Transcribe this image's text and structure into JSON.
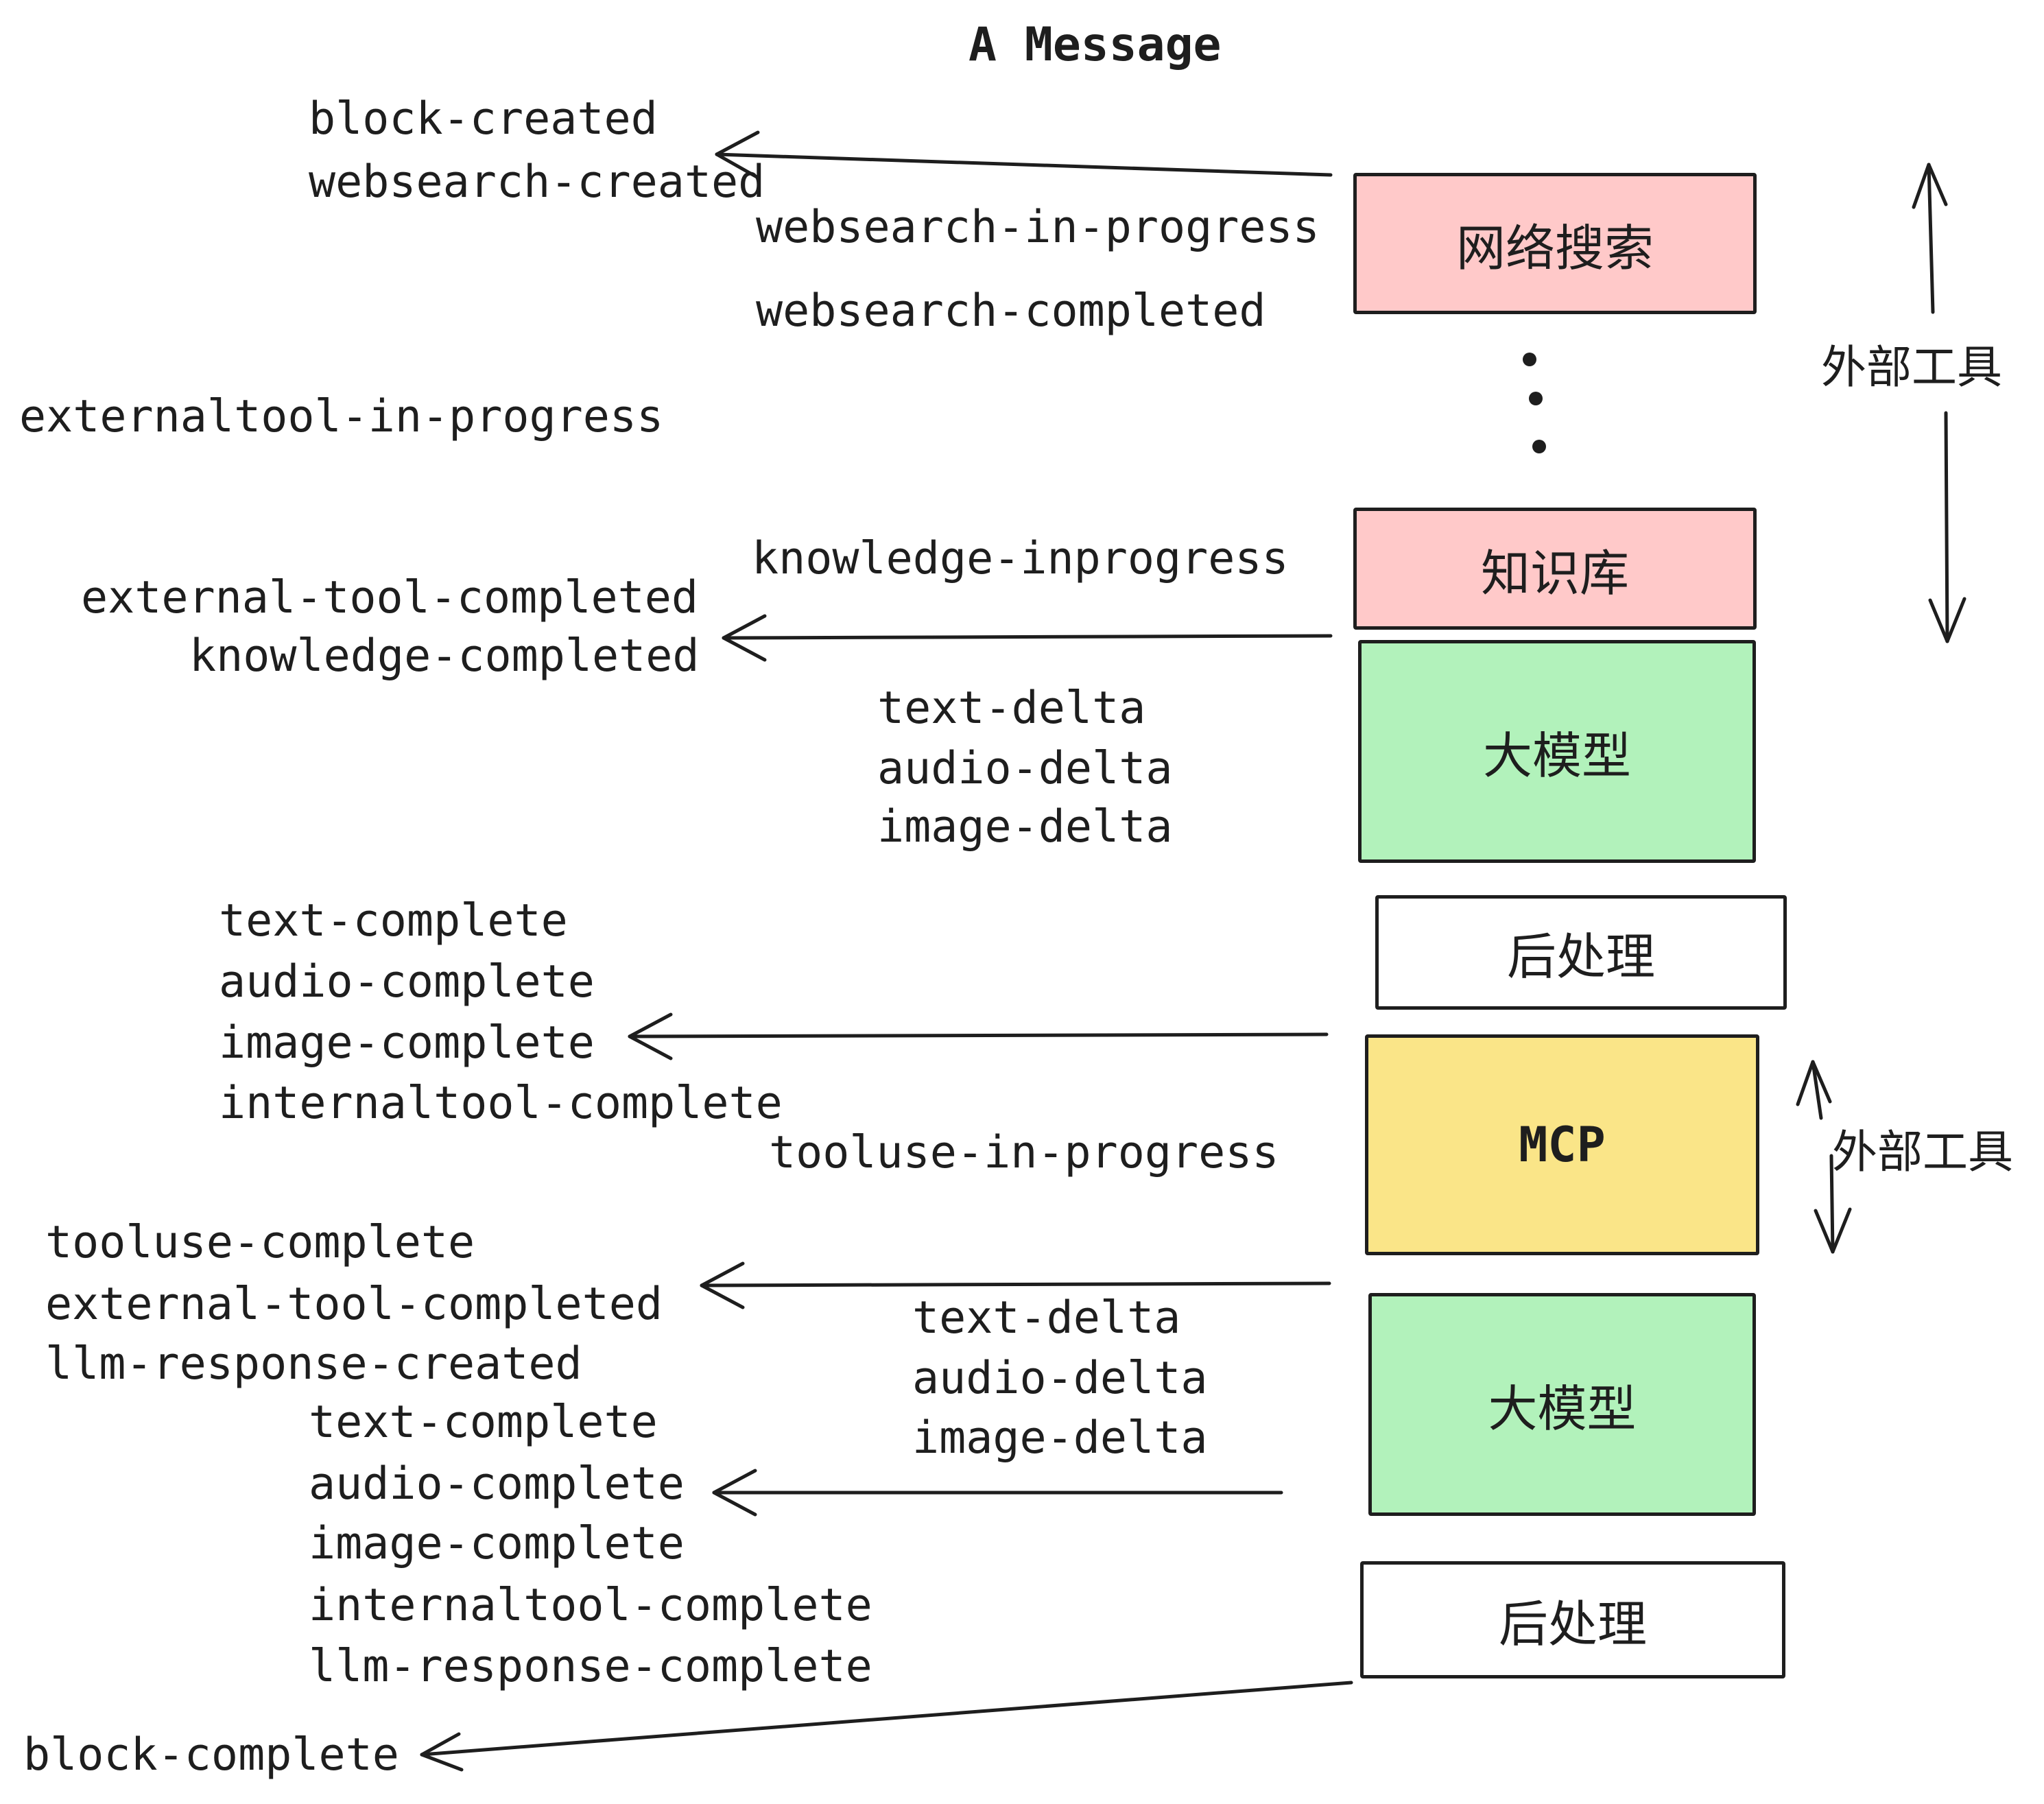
{
  "title": "A Message",
  "colors": {
    "stroke": "#1e1e1e",
    "pink": "#ffc9c9",
    "green": "#b2f2bb",
    "yellow": "#fae588",
    "white": "#ffffff"
  },
  "boxes": [
    {
      "label": "网络搜索",
      "color": "pink"
    },
    {
      "label": "知识库",
      "color": "pink"
    },
    {
      "label": "大模型",
      "color": "green"
    },
    {
      "label": "后处理",
      "color": "white"
    },
    {
      "label": "MCP",
      "color": "yellow"
    },
    {
      "label": "大模型",
      "color": "green"
    },
    {
      "label": "后处理",
      "color": "white"
    }
  ],
  "events": {
    "left": [
      "block-created",
      "websearch-created",
      "externaltool-in-progress",
      "external-tool-completed",
      "knowledge-completed",
      "text-complete",
      "audio-complete",
      "image-complete",
      "internaltool-complete",
      "tooluse-complete",
      "external-tool-completed",
      "llm-response-created",
      "text-complete",
      "audio-complete",
      "image-complete",
      "internaltool-complete",
      "llm-response-complete",
      "block-complete"
    ],
    "mid": [
      "websearch-in-progress",
      "websearch-completed",
      "knowledge-inprogress",
      "text-delta",
      "audio-delta",
      "image-delta",
      "tooluse-in-progress",
      "text-delta",
      "audio-delta",
      "image-delta"
    ]
  },
  "annotations": {
    "external_tools_top": "外部工具",
    "external_tools_mcp": "外部工具"
  }
}
